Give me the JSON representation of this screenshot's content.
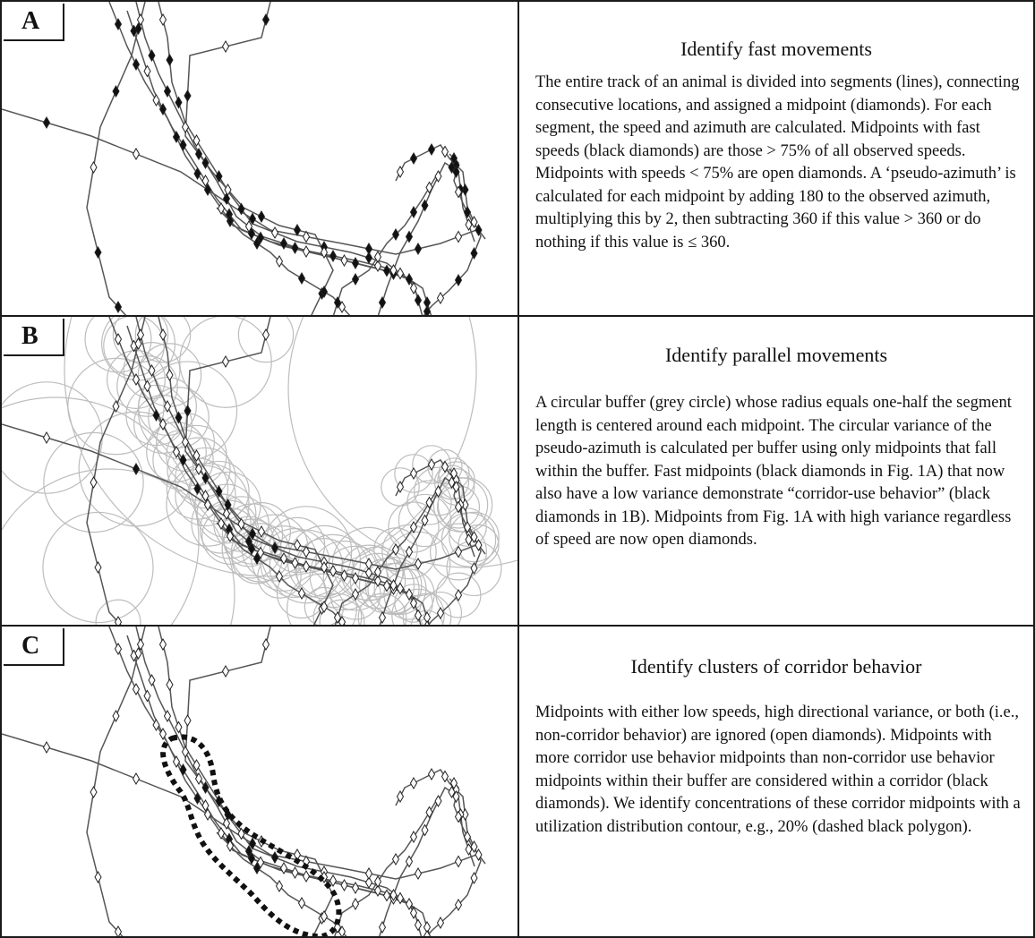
{
  "panels": [
    {
      "label": "A",
      "title": "Identify fast movements",
      "body": "The entire track of an animal is divided into segments (lines), connecting consecutive locations, and assigned a midpoint (diamonds).  For each segment, the speed and azimuth are calculated.  Midpoints with fast speeds (black diamonds) are those > 75% of all observed speeds. Midpoints with speeds < 75% are open diamonds. A ‘pseudo-azimuth’ is calculated for each midpoint by adding 180 to the observed azimuth, multiplying this by 2, then subtracting 360 if this value > 360 or do nothing if this value is ≤ 360."
    },
    {
      "label": "B",
      "title": "Identify parallel movements",
      "body": "A circular buffer (grey circle) whose radius equals one-half the segment length is centered around each midpoint.  The circular variance of the pseudo-azimuth is calculated per buffer using only midpoints that fall within the buffer.  Fast midpoints (black diamonds in Fig. 1A) that now also have a low variance demonstrate “corridor-use behavior” (black diamonds in 1B).  Midpoints from Fig. 1A with high variance regardless of speed are now open diamonds."
    },
    {
      "label": "C",
      "title": "Identify clusters of corridor behavior",
      "body": "Midpoints with either low speeds, high directional variance, or both (i.e., non-corridor behavior) are ignored (open diamonds).  Midpoints with more corridor use behavior midpoints than non-corridor use behavior midpoints within their buffer are considered within a corridor (black diamonds).  We identify concentrations of these corridor midpoints with a utilization distribution contour, e.g., 20% (dashed black polygon)."
    }
  ],
  "colors": {
    "track": "#555555",
    "diamond_fast": "#111111",
    "diamond_open": "#ffffff",
    "buffer_circle": "#bdbdbd",
    "contour": "#111111"
  }
}
